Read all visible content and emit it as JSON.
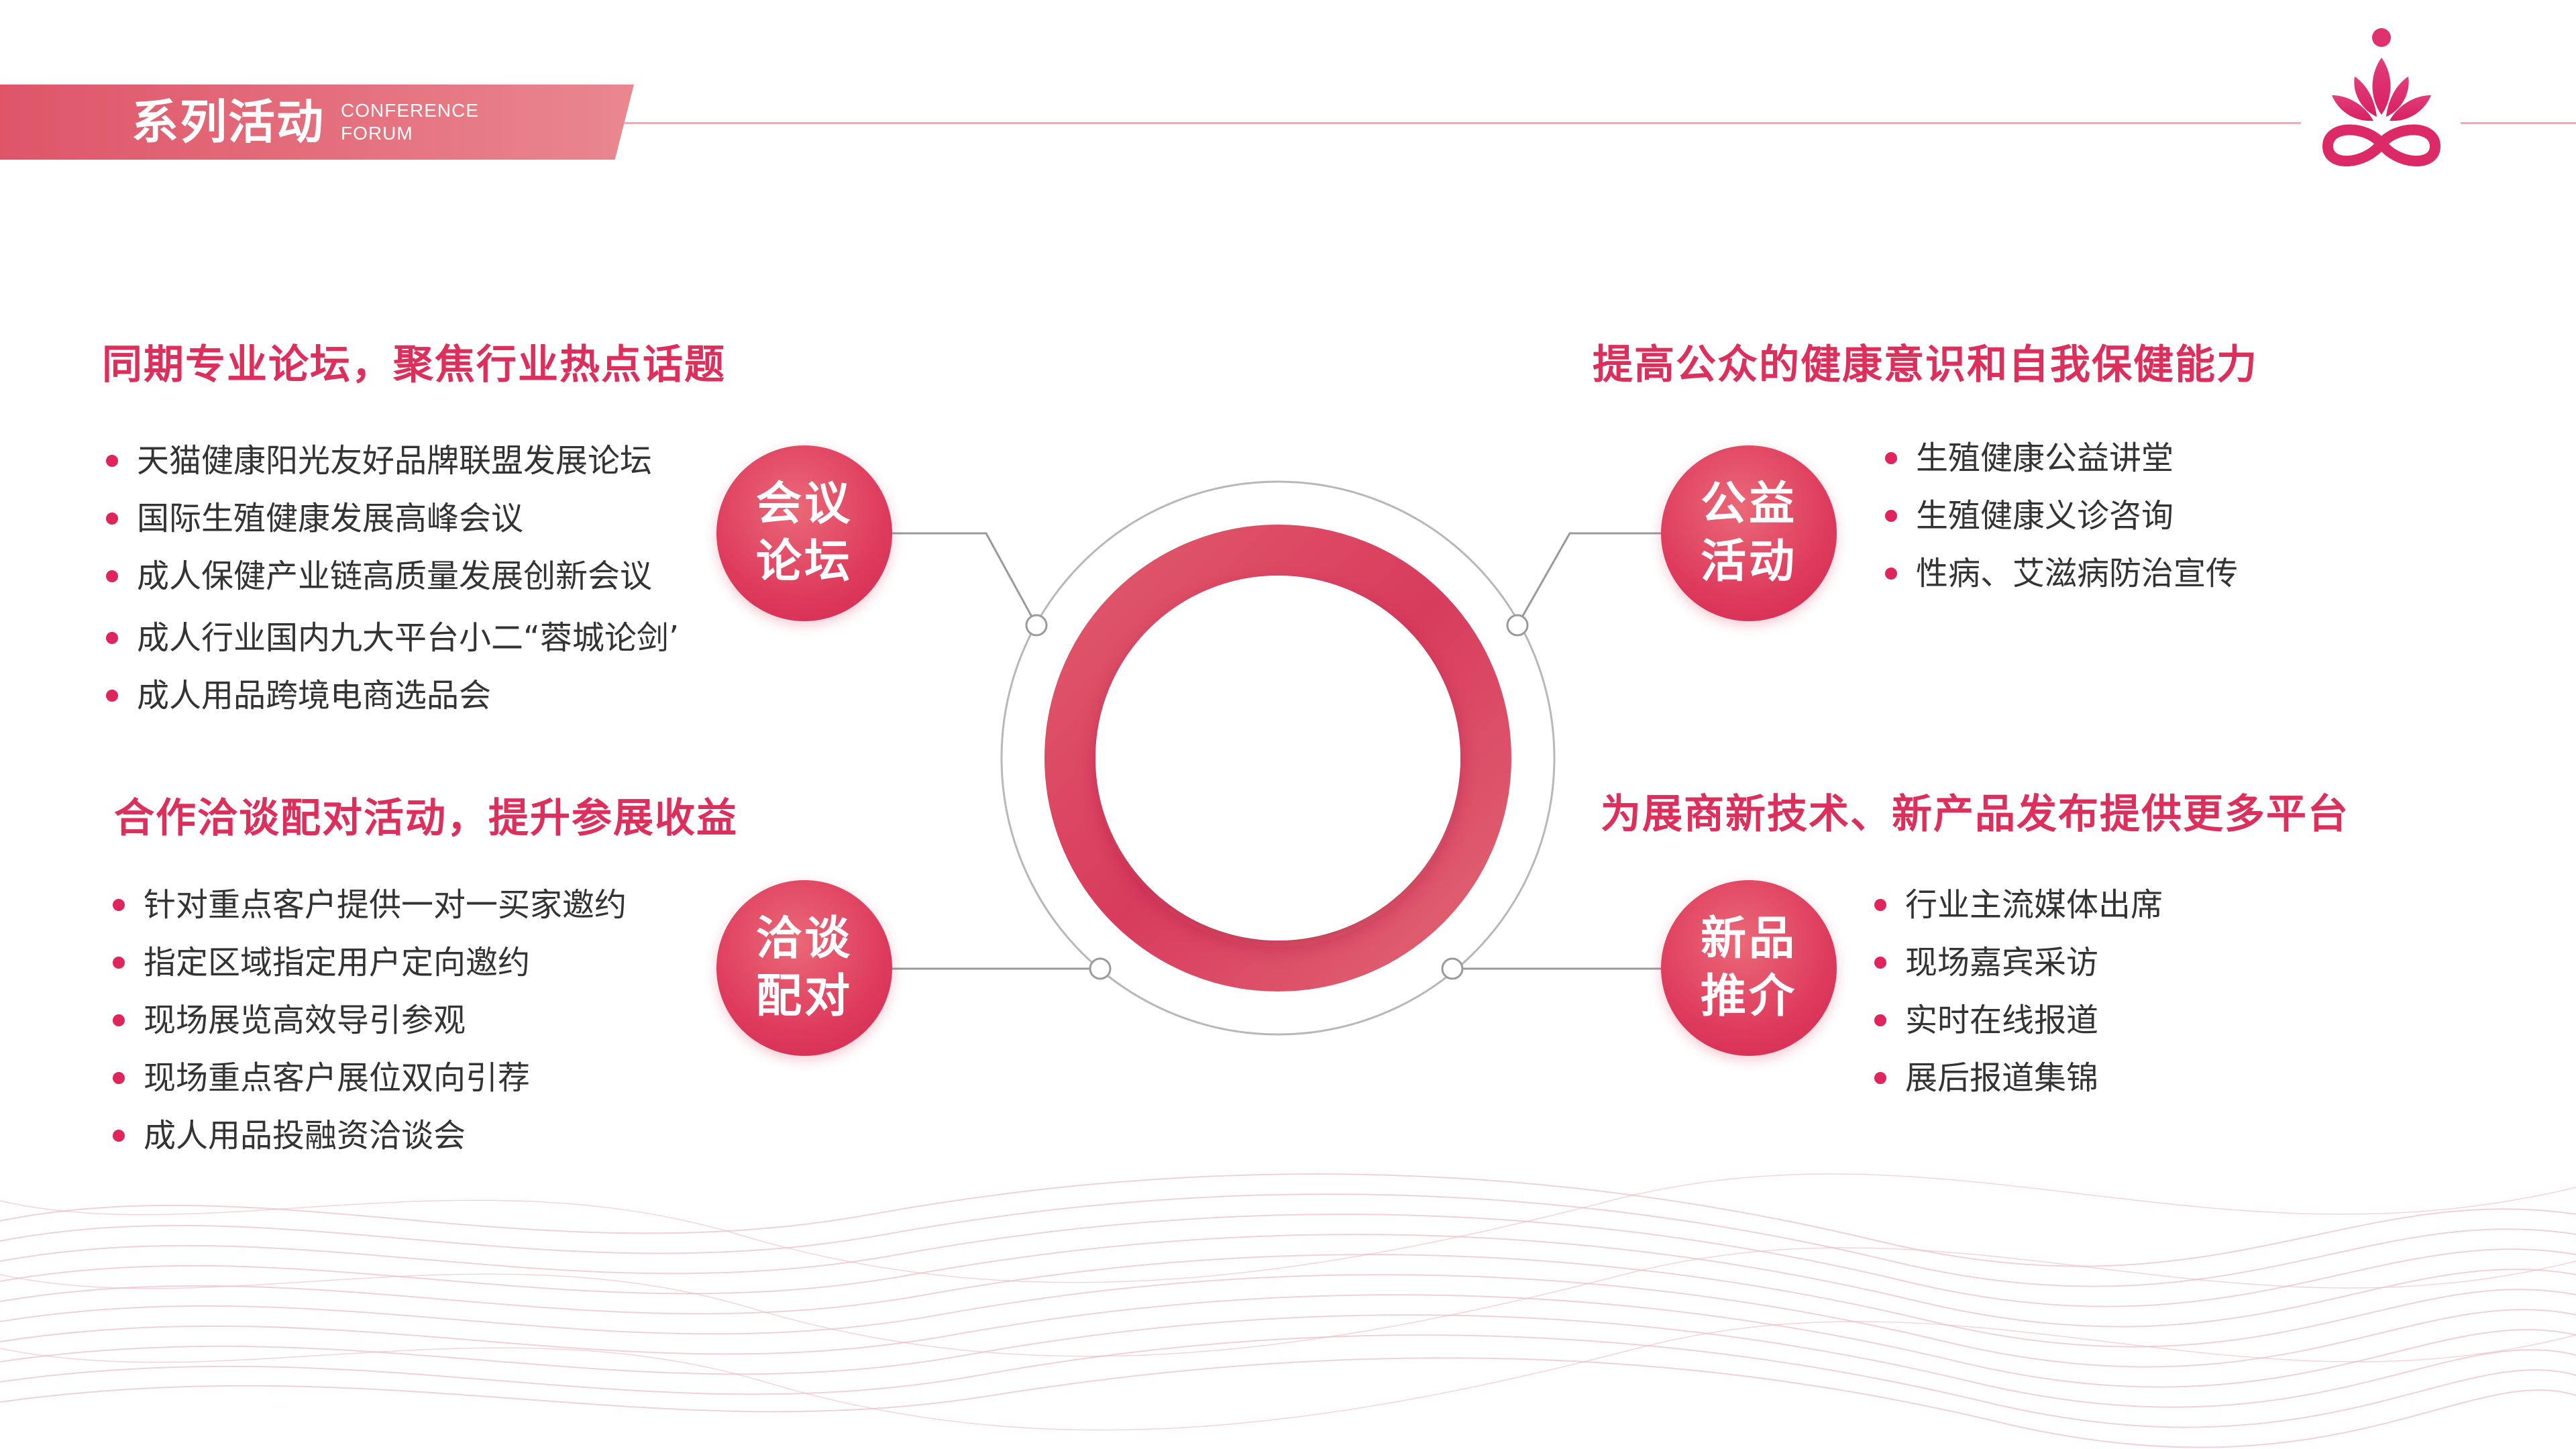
{
  "header": {
    "title": "系列活动",
    "subtitle_line1": "CONFERENCE",
    "subtitle_line2": "FORUM"
  },
  "colors": {
    "accent": "#dd2f5c",
    "header_band": "#e06a79",
    "bullet": "#e0245c",
    "ring": "#d9455e"
  },
  "logo": {
    "icon": "lotus-infinity-logo"
  },
  "sections": {
    "forum": {
      "heading": "同期专业论坛，聚焦行业热点话题",
      "badge_line1": "会议",
      "badge_line2": "论坛",
      "items": [
        "天猫健康阳光友好品牌联盟发展论坛",
        "国际生殖健康发展高峰会议",
        "成人保健产业链高质量发展创新会议",
        "成人行业国内九大平台小二“蓉城论剑’",
        "成人用品跨境电商选品会"
      ]
    },
    "negotiation": {
      "heading": "合作洽谈配对活动，提升参展收益",
      "badge_line1": "洽谈",
      "badge_line2": "配对",
      "items": [
        "针对重点客户提供一对一买家邀约",
        "指定区域指定用户定向邀约",
        "现场展览高效导引参观",
        "现场重点客户展位双向引荐",
        "成人用品投融资洽谈会"
      ]
    },
    "charity": {
      "heading": "提高公众的健康意识和自我保健能力",
      "badge_line1": "公益",
      "badge_line2": "活动",
      "items": [
        "生殖健康公益讲堂",
        "生殖健康义诊咨询",
        "性病、艾滋病防治宣传"
      ]
    },
    "launch": {
      "heading": "为展商新技术、新产品发布提供更多平台",
      "badge_line1": "新品",
      "badge_line2": "推介",
      "items": [
        "行业主流媒体出席",
        "现场嘉宾采访",
        "实时在线报道",
        "展后报道集锦"
      ]
    }
  }
}
